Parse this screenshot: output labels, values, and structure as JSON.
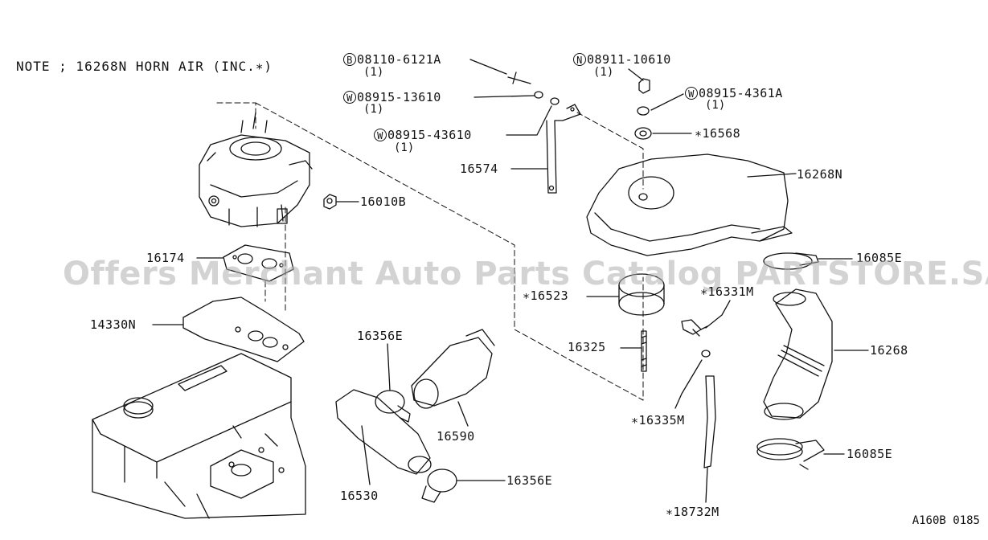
{
  "note": "NOTE ; 16268N HORN AIR (INC.∗)",
  "watermark": "Offers Merchant Auto Parts Catalog PARTSTORE.SA",
  "diagram_code": "A160B 0185",
  "parts": {
    "bolt": {
      "prefix": "B",
      "code": "08110-6121A",
      "qty": "(1)"
    },
    "nut": {
      "prefix": "N",
      "code": "08911-10610",
      "qty": "(1)"
    },
    "washer_a": {
      "prefix": "W",
      "code": "08915-13610",
      "qty": "(1)"
    },
    "washer_b": {
      "prefix": "W",
      "code": "08915-4361A",
      "qty": "(1)"
    },
    "washer_c": {
      "prefix": "W",
      "code": "08915-43610",
      "qty": "(1)"
    },
    "p16568": "∗16568",
    "p16574": "16574",
    "p16268N": "16268N",
    "p16010B": "16010B",
    "p16174": "16174",
    "p16085E_top": "16085E",
    "p16523": "∗16523",
    "p16331M": "∗16331M",
    "p14330N": "14330N",
    "p16356E_top": "16356E",
    "p16325": "16325",
    "p16268": "16268",
    "p16590": "16590",
    "p16335M": "∗16335M",
    "p16085E_bottom": "16085E",
    "p16530": "16530",
    "p16356E_bottom": "16356E",
    "p18732M": "∗18732M"
  }
}
